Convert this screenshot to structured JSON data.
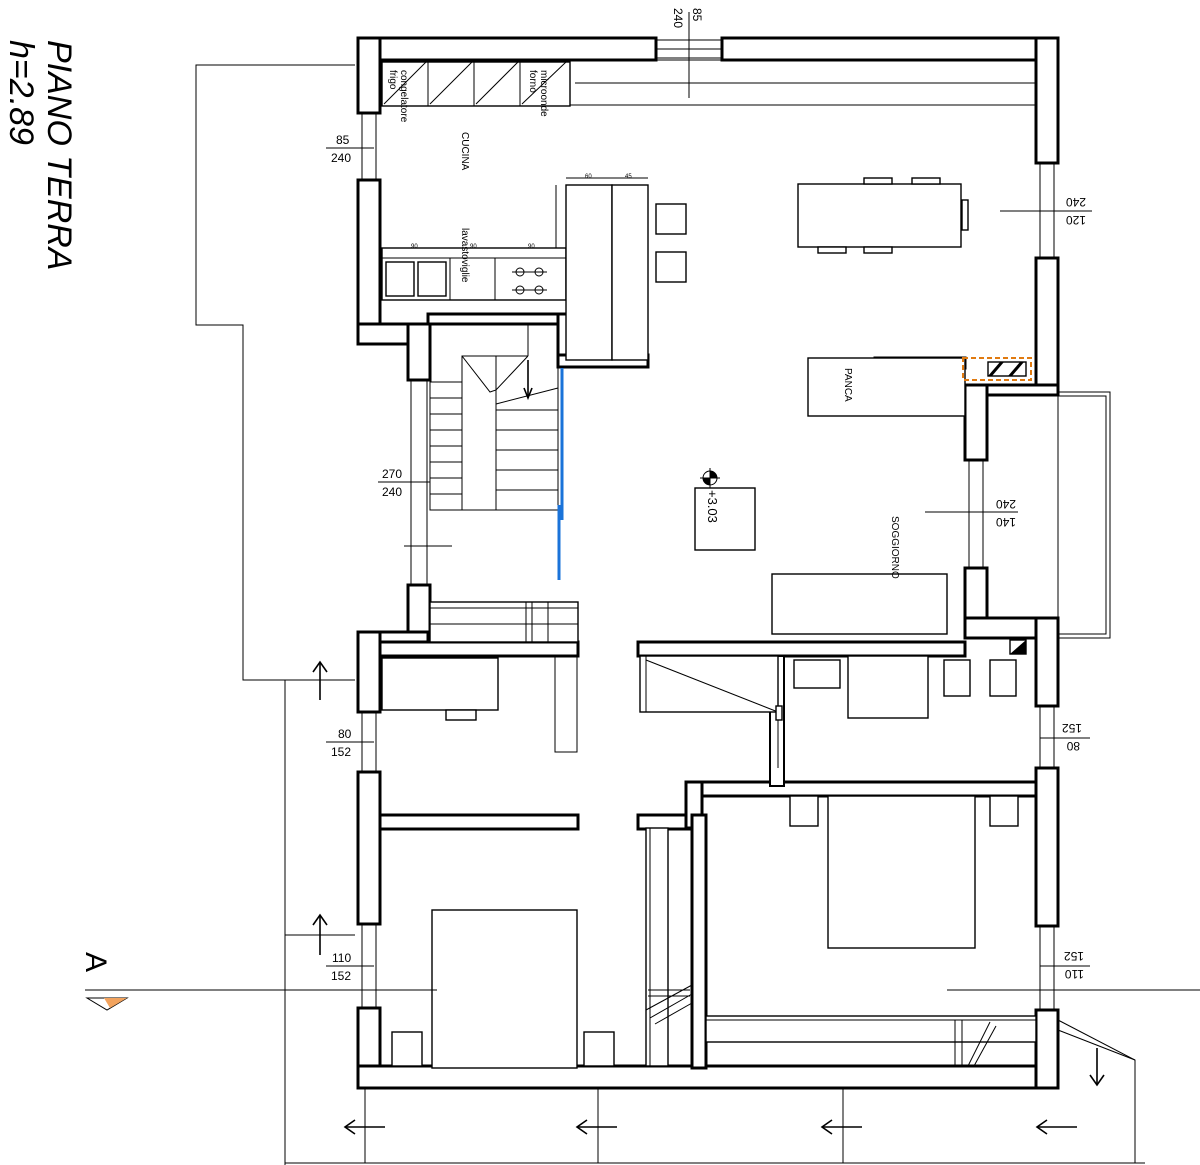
{
  "plan": {
    "title": "PIANO TERRA",
    "height_label": "h=2.89",
    "elevation": "+3.03",
    "section_marker": "A"
  },
  "rooms": {
    "kitchen": "CUCINA",
    "living": "SOGGIORNO"
  },
  "fixtures": {
    "fridge_line1": "frigo",
    "fridge_line2": "congelatore",
    "oven_line1": "forno",
    "oven_line2": "microonde",
    "dishwasher": "lavastoviglie",
    "bench": "PANCA"
  },
  "cabinet_dims": [
    "60",
    "45",
    "90",
    "90",
    "90"
  ],
  "openings": [
    {
      "id": "top-window",
      "num": "85",
      "den": "240"
    },
    {
      "id": "kitchen-left-window",
      "num": "85",
      "den": "240"
    },
    {
      "id": "stair-window",
      "num": "270",
      "den": "240"
    },
    {
      "id": "dining-window",
      "num": "120",
      "den": "240"
    },
    {
      "id": "living-window",
      "num": "140",
      "den": "240"
    },
    {
      "id": "hall-left-window",
      "num": "80",
      "den": "152"
    },
    {
      "id": "bath-right-window",
      "num": "80",
      "den": "152"
    },
    {
      "id": "bedroom-left-window",
      "num": "110",
      "den": "152"
    },
    {
      "id": "bedroom-right-window",
      "num": "110",
      "den": "152"
    }
  ],
  "colors": {
    "walls": "#000000",
    "stair_rail": "#1a73d9",
    "chimney_outline": "#e07a10",
    "section_arrow": "#f2a35e"
  }
}
